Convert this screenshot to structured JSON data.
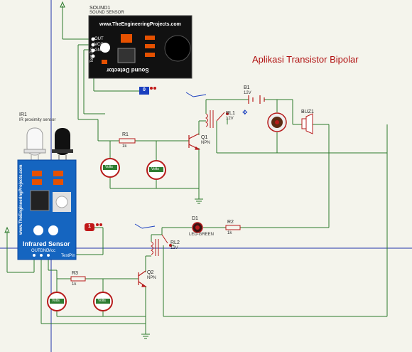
{
  "title": "Aplikasi Transistor Bipolar",
  "sound_module": {
    "ref": "SOUND1",
    "sub": "SOUND SENSOR",
    "url": "www.TheEngineeringProjects.com",
    "label": "Sound Detector",
    "pins": [
      "OUT",
      "VCC",
      "GND",
      "Test Pin"
    ]
  },
  "ir_module": {
    "ref": "IR1",
    "sub": "IR proximity sensor",
    "url": "www.TheEngineeringProjects.com",
    "label": "Infrared Sensor",
    "pins": [
      "OUT",
      "GND",
      "Vcc",
      "TestPin"
    ]
  },
  "logic_probes": {
    "top": "0",
    "bottom": "1"
  },
  "components": {
    "b1": "B1",
    "b1_value": "12V",
    "rl1": "RL1",
    "rl1_value": "12V",
    "buz1": "BUZ1",
    "r1": "R1",
    "r1_value": "1k",
    "q1": "Q1",
    "q1_value": "NPN",
    "d1": "D1",
    "d1_value": "LED-GREEN",
    "r2": "R2",
    "r2_value": "1k",
    "rl2": "RL2",
    "rl2_value": "12V",
    "r3": "R3",
    "r3_value": "1k",
    "q2": "Q2",
    "q2_value": "NPN"
  },
  "meters": {
    "unit": "Volts"
  },
  "colors": {
    "background": "#f4f4ec",
    "wire": "#2b7a2b",
    "module_blue": "#1565c0",
    "module_black": "#111111",
    "title_red": "#b01010",
    "probe_blue": "#1a3fbf",
    "probe_red": "#c01818"
  }
}
